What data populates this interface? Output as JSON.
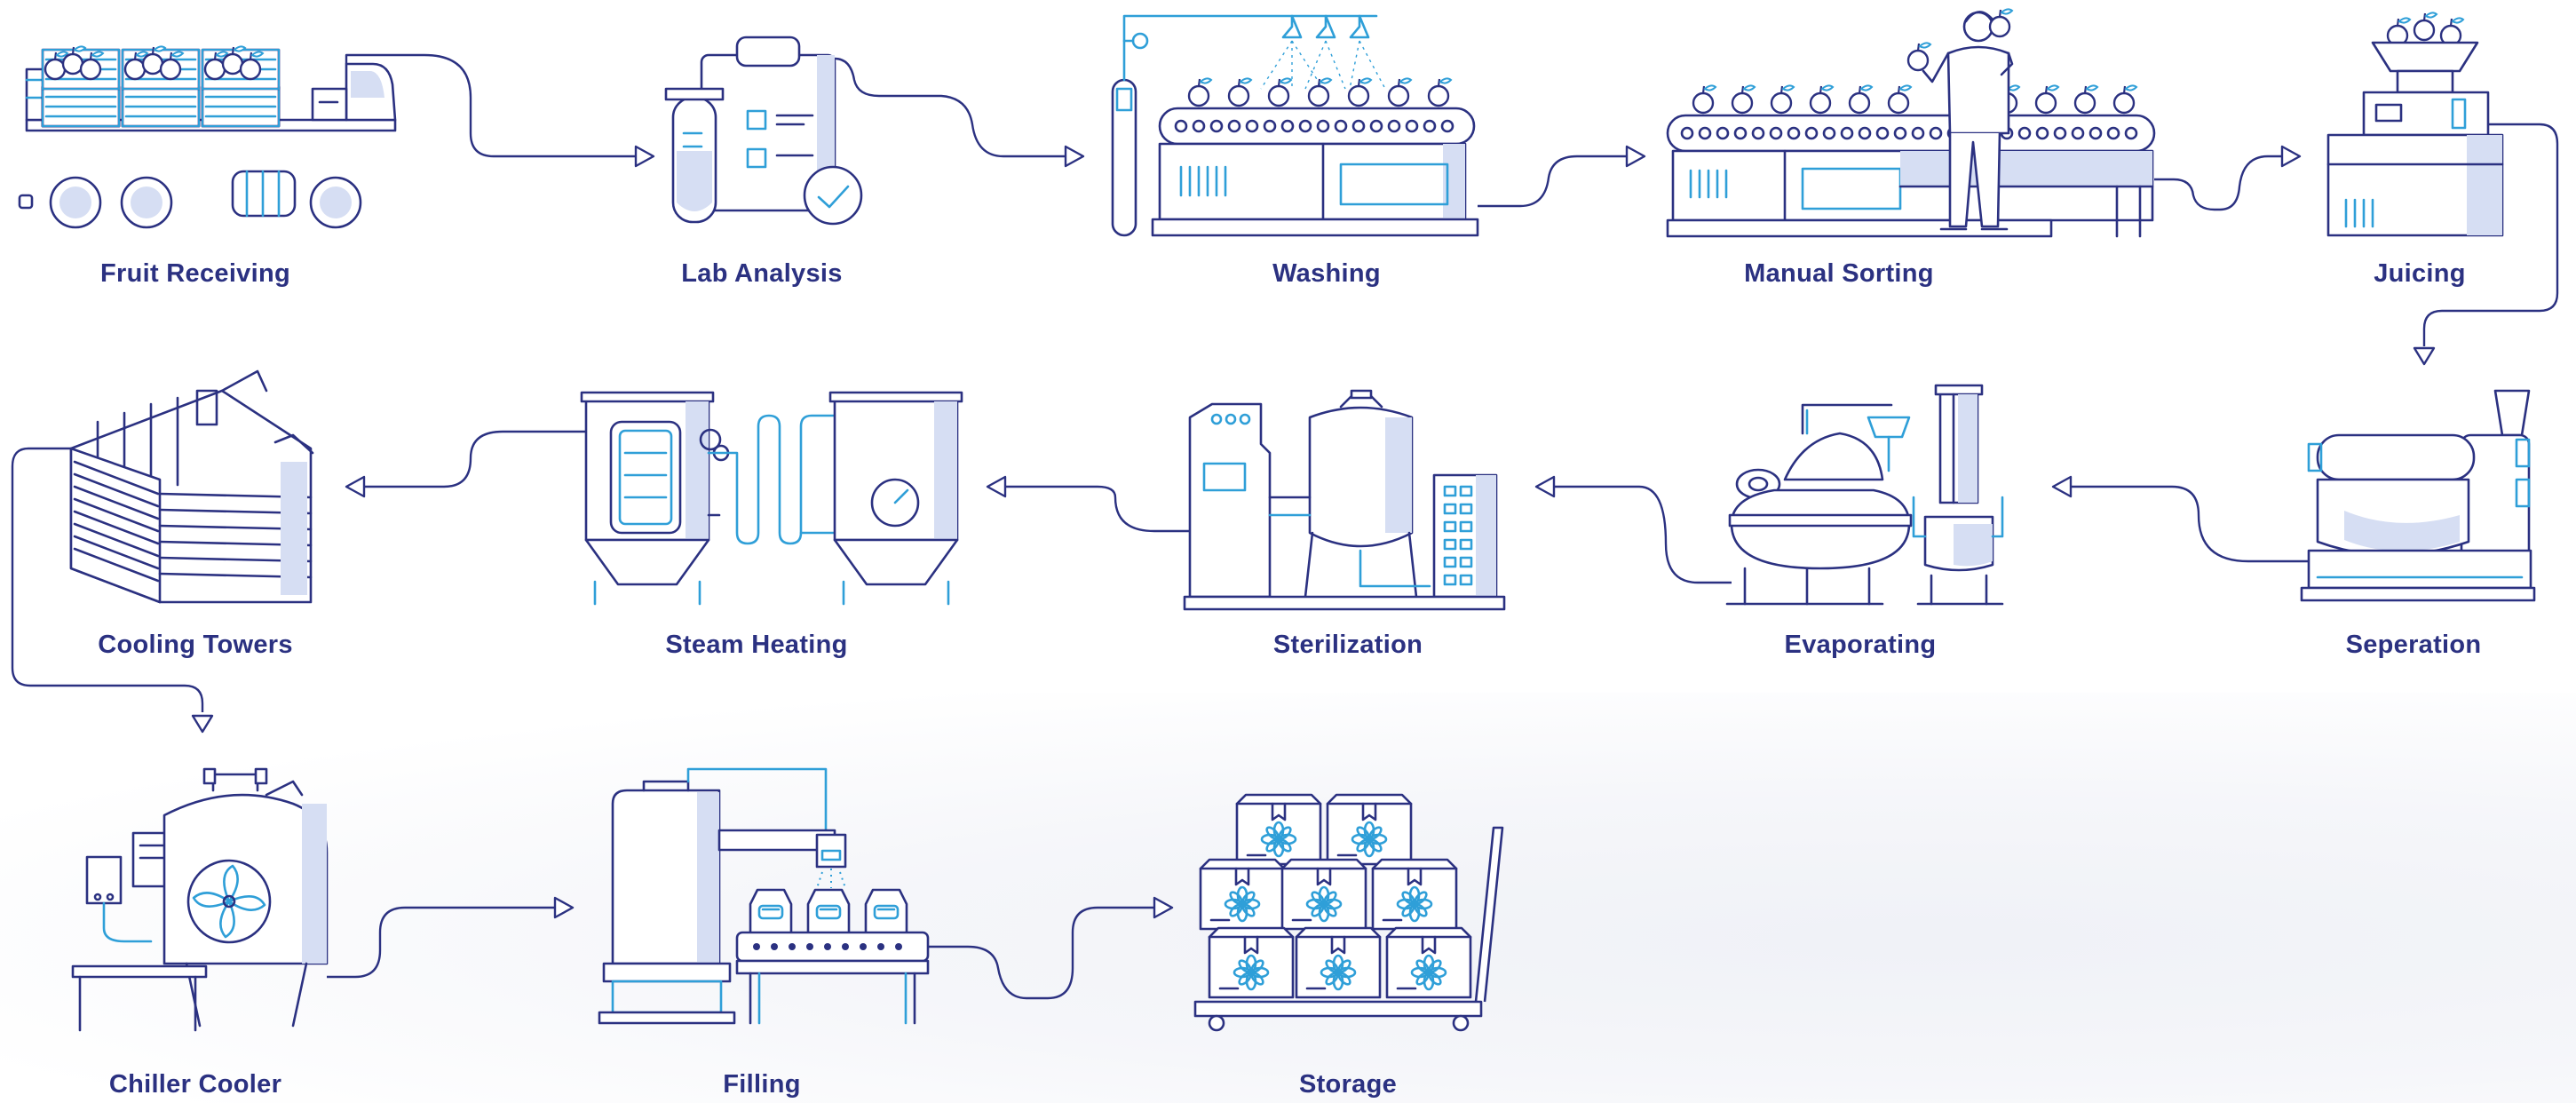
{
  "palette": {
    "ink": "#2b3181",
    "accent": "#2f9fd8",
    "shade": "#d6def3"
  },
  "steps": [
    {
      "label": "Fruit Receiving"
    },
    {
      "label": "Lab Analysis"
    },
    {
      "label": "Washing"
    },
    {
      "label": "Manual Sorting"
    },
    {
      "label": "Juicing"
    },
    {
      "label": "Seperation"
    },
    {
      "label": "Evaporating"
    },
    {
      "label": "Sterilization"
    },
    {
      "label": "Steam Heating"
    },
    {
      "label": "Cooling Towers"
    },
    {
      "label": "Chiller Cooler"
    },
    {
      "label": "Filling"
    },
    {
      "label": "Storage"
    }
  ]
}
